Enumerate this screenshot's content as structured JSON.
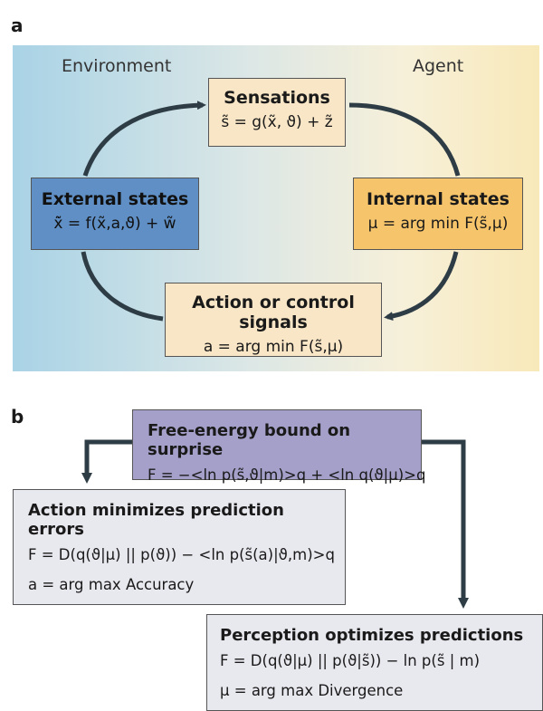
{
  "panel_a": {
    "label": "a",
    "environment_label": "Environment",
    "agent_label": "Agent",
    "sensations": {
      "title": "Sensations",
      "equation": "s̃ = g(x̃, ϑ) + z̃"
    },
    "external_states": {
      "title": "External states",
      "equation": "x̃̇ = f(x̃,a,ϑ) + w̃"
    },
    "internal_states": {
      "title": "Internal states",
      "equation": "μ = arg min F(s̃,μ)"
    },
    "action": {
      "title": "Action or control signals",
      "equation": "a = arg min F(s̃,μ)"
    }
  },
  "panel_b": {
    "label": "b",
    "free_energy": {
      "title": "Free-energy bound on surprise",
      "equation": "F = −<ln p(s̃,ϑ|m)>q + <ln q(ϑ|μ)>q"
    },
    "action_box": {
      "title": "Action minimizes prediction errors",
      "equation1": "F = D(q(ϑ|μ) || p(ϑ)) − <ln p(s̃(a)|ϑ,m)>q",
      "equation2": "a = arg max Accuracy"
    },
    "perception_box": {
      "title": "Perception optimizes predictions",
      "equation1": "F = D(q(ϑ|μ) || p(ϑ|s̃)) − ln p(s̃ | m)",
      "equation2": "μ = arg max Divergence"
    }
  },
  "colors": {
    "arrow": "#2e3d45",
    "external_box": "#5f8fc4",
    "internal_box": "#f6c56b",
    "sensation_box": "#f9e6c6",
    "free_energy_box": "#a5a0ca"
  }
}
